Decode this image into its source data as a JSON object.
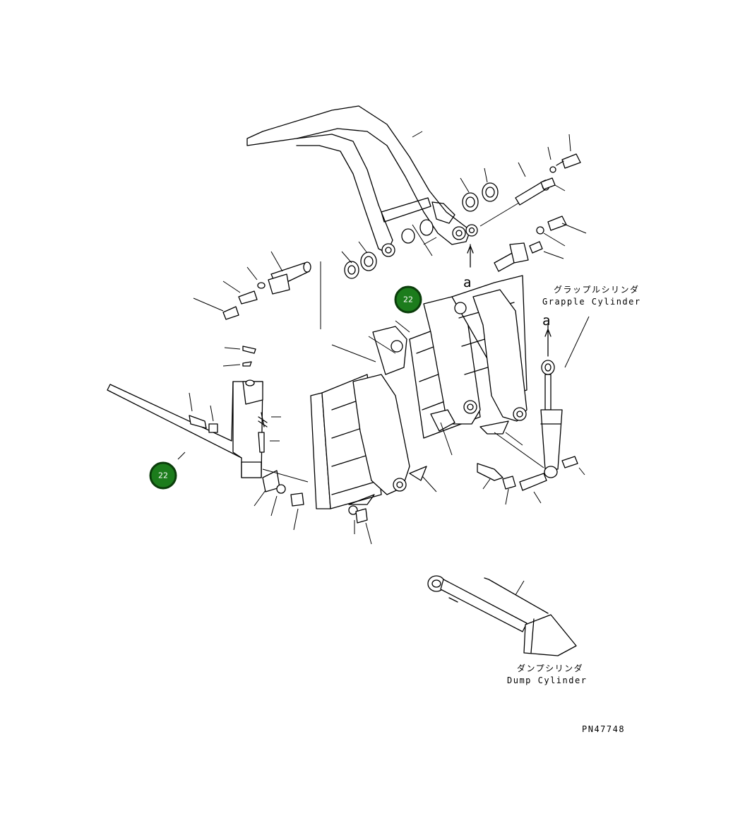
{
  "labels": {
    "grapple_jp": "グラップルシリンダ",
    "grapple_en": "Grapple Cylinder",
    "dump_jp": "ダンプシリンダ",
    "dump_en": "Dump Cylinder",
    "arrow_letter_top": "a",
    "arrow_letter_right": "a",
    "part_number": "PN47748"
  },
  "callouts": [
    {
      "label": "22"
    },
    {
      "label": "22"
    }
  ],
  "colors": {
    "callout_fill": "#1c7c1c",
    "callout_ring": "#0b3d0b",
    "line": "#000000"
  }
}
